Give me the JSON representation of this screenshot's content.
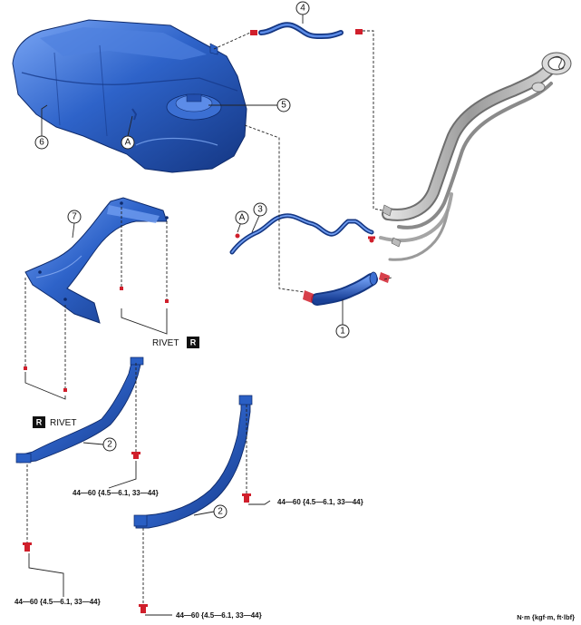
{
  "callouts": {
    "c1": "1",
    "c2a": "2",
    "c2b": "2",
    "c3": "3",
    "c4": "4",
    "c5": "5",
    "c6": "6",
    "c7": "7",
    "refA1": "A",
    "refA2": "A"
  },
  "rivet": {
    "label_right": "RIVET",
    "label_left": "RIVET",
    "badge": "R"
  },
  "torque": {
    "t1": "44—60 {4.5—6.1, 33—44}",
    "t2": "44—60 {4.5—6.1, 33—44}",
    "t3": "44—60 {4.5—6.1, 33—44}",
    "t4": "44—60 {4.5—6.1, 33—44}"
  },
  "units": "N·m {kgf·m, ft·lbf}",
  "colors": {
    "part_blue": "#2a5fc4",
    "part_dark": "#163a86",
    "part_light": "#6f9cf0",
    "filler_gray": "#bdbdbd",
    "fastener_red": "#d01f2b"
  }
}
